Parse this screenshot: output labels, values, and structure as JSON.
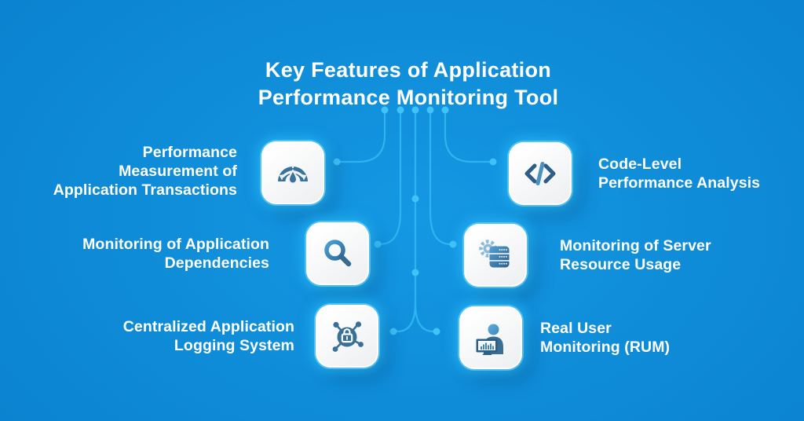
{
  "title": {
    "line1": "Key Features of Application",
    "line2": "Performance Monitoring Tool"
  },
  "features": [
    {
      "label": "Performance\nMeasurement of\nApplication Transactions",
      "icon": "gauge-icon",
      "side": "left"
    },
    {
      "label": "Code-Level\nPerformance Analysis",
      "icon": "code-icon",
      "side": "right"
    },
    {
      "label": "Monitoring of Application\nDependencies",
      "icon": "magnifier-icon",
      "side": "left"
    },
    {
      "label": "Monitoring of Server\nResource Usage",
      "icon": "server-gear-icon",
      "side": "right"
    },
    {
      "label": "Centralized Application\nLogging System",
      "icon": "lock-network-icon",
      "side": "left"
    },
    {
      "label": "Real User\nMonitoring (RUM)",
      "icon": "user-monitor-icon",
      "side": "right"
    }
  ],
  "colors": {
    "background_center": "#1598e3",
    "background_edge": "#0a80cd",
    "connector_line": "#2db5f1",
    "connector_dot": "#41c3f7",
    "card_background": "#f2f3f5",
    "card_glow": "#45d2ff",
    "icon_primary": "#38739c",
    "icon_secondary": "#4a97cc",
    "text": "#ffffff"
  }
}
